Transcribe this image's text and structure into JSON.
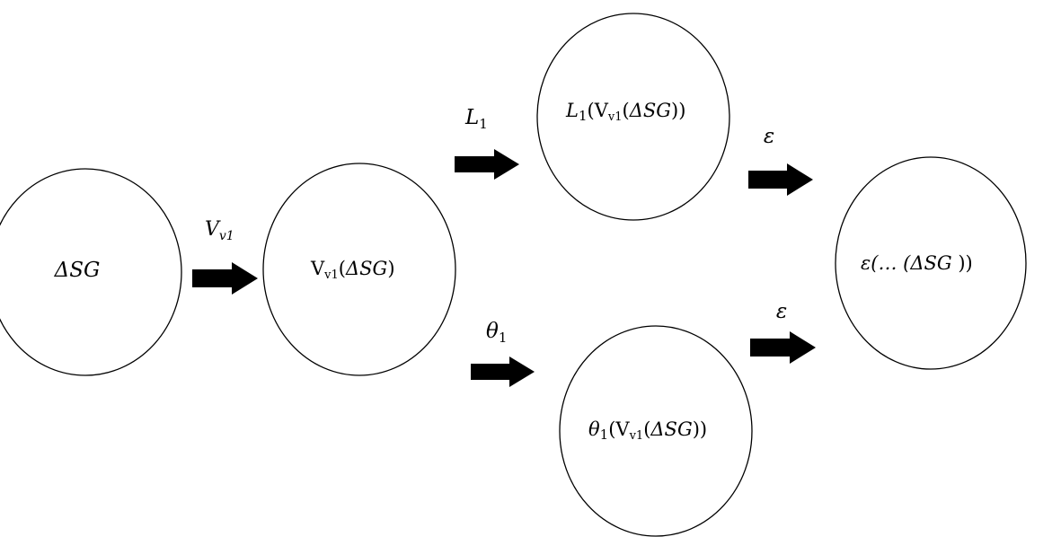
{
  "nodes": {
    "delta_sg": "ΔSG",
    "v_node": {
      "v": "V",
      "v_sub": "v1",
      "open": "(",
      "arg": "ΔSG",
      "close": ")"
    },
    "l_node": {
      "l": "L",
      "l_sub": "1",
      "v": "(V",
      "v_sub": "v1",
      "open": "(",
      "arg": "ΔSG",
      "close": "))"
    },
    "theta_node": {
      "t": "θ",
      "t_sub": "1",
      "v": "(V",
      "v_sub": "v1",
      "open": "(",
      "arg": "ΔSG",
      "close": "))"
    },
    "eps_node": {
      "e": "ε(… (",
      "arg": "ΔSG",
      "close": " ))"
    }
  },
  "edges": {
    "v": {
      "base": "V",
      "sub": "v1"
    },
    "l": {
      "base": "L",
      "sub": "1"
    },
    "theta": {
      "base": "θ",
      "sub": "1"
    },
    "eps_top": "ε",
    "eps_bottom": "ε"
  }
}
